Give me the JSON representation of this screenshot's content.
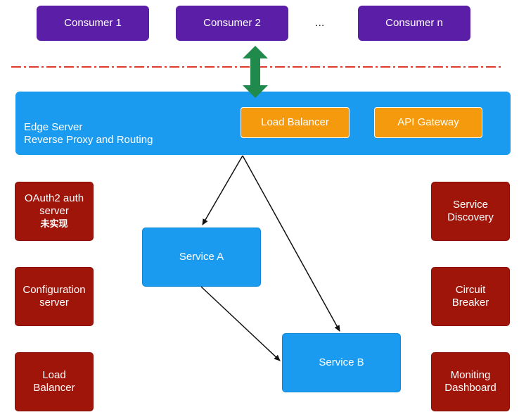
{
  "consumers": [
    {
      "label": "Consumer 1"
    },
    {
      "label": "Consumer 2"
    },
    {
      "label": "Consumer n"
    }
  ],
  "ellipsis": "...",
  "edge_server": {
    "line1": "Edge Server",
    "line2": "Reverse Proxy and Routing",
    "load_balancer": "Load Balancer",
    "api_gateway": "API Gateway"
  },
  "left_components": {
    "oauth": {
      "line1": "OAuth2 auth",
      "line2": "server",
      "note": "未实现"
    },
    "config": {
      "line1": "Configuration",
      "line2": "server"
    },
    "lb": {
      "line1": "Load",
      "line2": "Balancer"
    }
  },
  "right_components": {
    "discovery": {
      "line1": "Service",
      "line2": "Discovery"
    },
    "breaker": {
      "line1": "Circuit",
      "line2": "Breaker"
    },
    "dashboard": {
      "line1": "Moniting",
      "line2": "Dashboard"
    }
  },
  "services": {
    "a": "Service A",
    "b": "Service B"
  },
  "colors": {
    "consumer": "#5b1ea6",
    "edge": "#1a9bf0",
    "orange": "#f59a0c",
    "side": "#a0150a",
    "divider": "#e03a2a",
    "double_arrow": "#1f8a4c"
  }
}
